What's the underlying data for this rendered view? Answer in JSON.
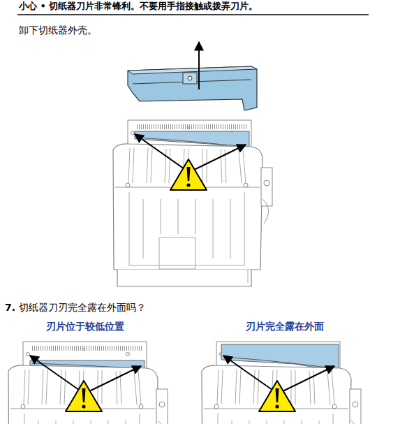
{
  "diagram": {
    "labels": [
      "小心 • 切纸器刀片非常锋利。不要用手指接触或拨弄刀片。",
      "卸下切纸器外壳。",
      "7.",
      "切纸器刀刃完全露在外面吗？",
      "刃片位于较低位置",
      "刃片完全露在外面"
    ]
  }
}
